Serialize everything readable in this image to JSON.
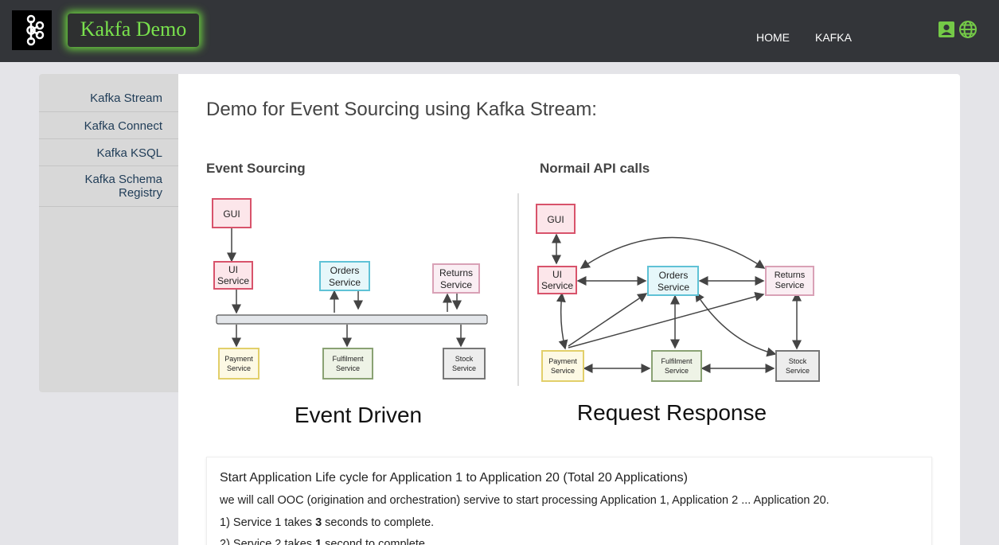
{
  "header": {
    "brand": "Kakfa Demo",
    "nav": {
      "home": "HOME",
      "kafka": "KAFKA"
    },
    "icons": [
      "kafka-logo-icon",
      "contact-card-icon",
      "globe-icon"
    ],
    "accent": "#79e14d"
  },
  "sidebar": {
    "items": [
      {
        "label": "Kafka Stream"
      },
      {
        "label": "Kafka Connect"
      },
      {
        "label": "Kafka KSQL"
      },
      {
        "label": "Kafka Schema Registry"
      }
    ]
  },
  "main": {
    "title": "Demo for Event Sourcing using Kafka Stream:",
    "sections": {
      "left": "Event Sourcing",
      "right": "Normail API calls"
    },
    "diagram": {
      "left": {
        "gui": "GUI",
        "ui1": "UI",
        "ui2": "Service",
        "orders1": "Orders",
        "orders2": "Service",
        "returns1": "Returns",
        "returns2": "Service",
        "payment1": "Payment",
        "payment2": "Service",
        "fulfil1": "Fulfilment",
        "fulfil2": "Service",
        "stock1": "Stock",
        "stock2": "Service",
        "caption": "Event Driven"
      },
      "right": {
        "gui": "GUI",
        "ui1": "UI",
        "ui2": "Service",
        "orders1": "Orders",
        "orders2": "Service",
        "returns1": "Returns",
        "returns2": "Service",
        "payment1": "Payment",
        "payment2": "Service",
        "fulfil1": "Fulfilment",
        "fulfil2": "Service",
        "stock1": "Stock",
        "stock2": "Service",
        "caption": "Request Response"
      }
    },
    "info": {
      "heading": "Start Application Life cycle for Application 1 to Application 20 (Total 20 Applications)",
      "line1": "we will call OOC (origination and orchestration) servive to start processing Application 1, Application 2 ... Application 20.",
      "line2": {
        "pre": "1) Service 1 takes ",
        "num": "3",
        "post": " seconds to complete."
      },
      "line3": {
        "pre": "2) Service 2 takes ",
        "num": "1",
        "post": " second to complete."
      }
    }
  }
}
